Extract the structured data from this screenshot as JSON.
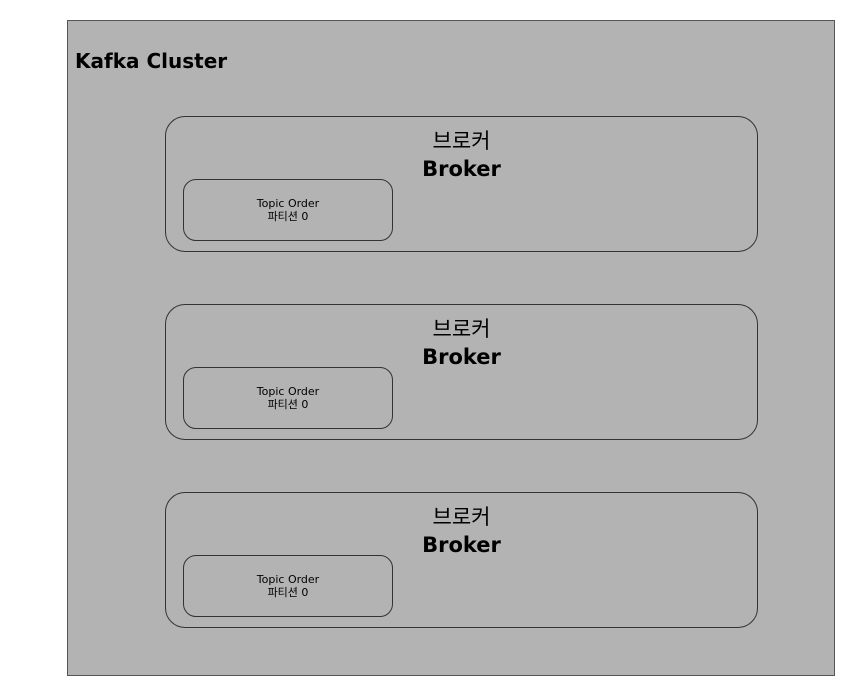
{
  "cluster": {
    "title": "Kafka Cluster",
    "background": "#b3b3b3"
  },
  "brokers": [
    {
      "label_ko": "브로커",
      "label_en": "Broker",
      "partition": {
        "topic": "Topic Order",
        "name": "파티션 0"
      }
    },
    {
      "label_ko": "브로커",
      "label_en": "Broker",
      "partition": {
        "topic": "Topic Order",
        "name": "파티션 0"
      }
    },
    {
      "label_ko": "브로커",
      "label_en": "Broker",
      "partition": {
        "topic": "Topic Order",
        "name": "파티션 0"
      }
    }
  ]
}
